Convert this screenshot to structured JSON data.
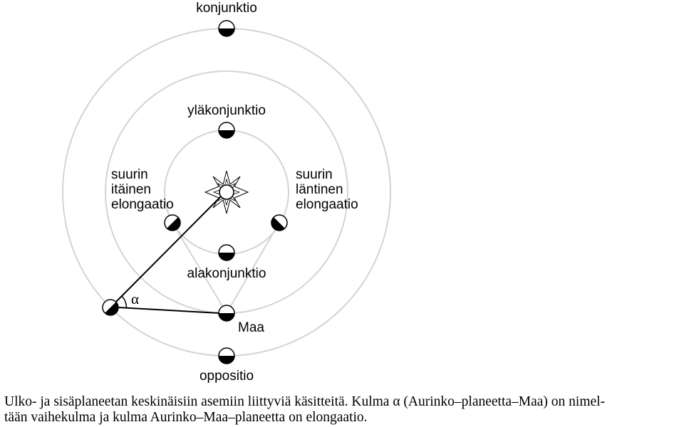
{
  "labels": {
    "conjunction": "konjunktio",
    "superior_conjunction": "yläkonjunktio",
    "greatest_east_line1": "suurin",
    "greatest_east_line2": "itäinen",
    "greatest_east_line3": "elongaatio",
    "greatest_west_line1": "suurin",
    "greatest_west_line2": "läntinen",
    "greatest_west_line3": "elongaatio",
    "inferior_conjunction": "alakonjunktio",
    "earth": "Maa",
    "opposition": "oppositio",
    "alpha": "α"
  },
  "caption": {
    "line1": "Ulko- ja sisäplaneetan keskinäisiin asemiin liittyviä käsitteitä. Kulma α (Aurinko–planeetta–Maa) on nimel-",
    "line2": "tään vaihekulma ja kulma Aurinko–Maa–planeetta on elongaatio."
  },
  "colors": {
    "orbit": "#d4d4d4",
    "ink": "#000000",
    "paper": "#ffffff"
  }
}
